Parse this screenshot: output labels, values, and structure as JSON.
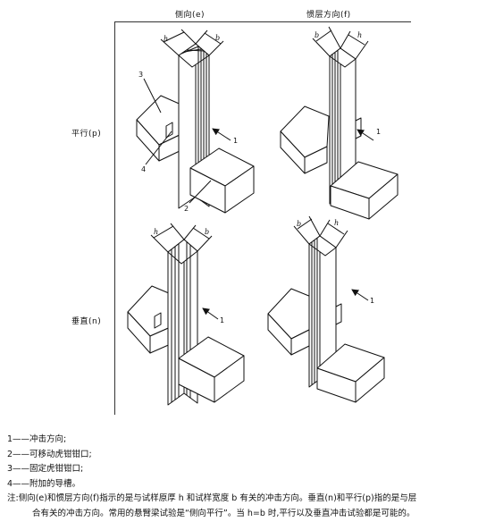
{
  "columns": {
    "edgewise": "侧向(e)",
    "flatwise": "惯层方向(f)"
  },
  "rows": {
    "parallel": "平行(p)",
    "normal": "垂直(n)"
  },
  "labels": {
    "h": "h",
    "b": "b",
    "n1": "1",
    "n2": "2",
    "n3": "3",
    "n4": "4"
  },
  "legend": {
    "item1": "1——冲击方向;",
    "item2": "2——可移动虎钳钳口;",
    "item3": "3——固定虎钳钳口;",
    "item4": "4——附加的导槽。",
    "note_line1": "注:侧向(e)和惯层方向(f)指示的是与试样原厚 h 和试样宽度 b 有关的冲击方向。垂直(n)和平行(p)指的是与层",
    "note_line2": "合有关的冲击方向。常用的悬臂梁试验是“侧向平行”。当 h=b 时,平行以及垂直冲击试验都是可能的。"
  }
}
